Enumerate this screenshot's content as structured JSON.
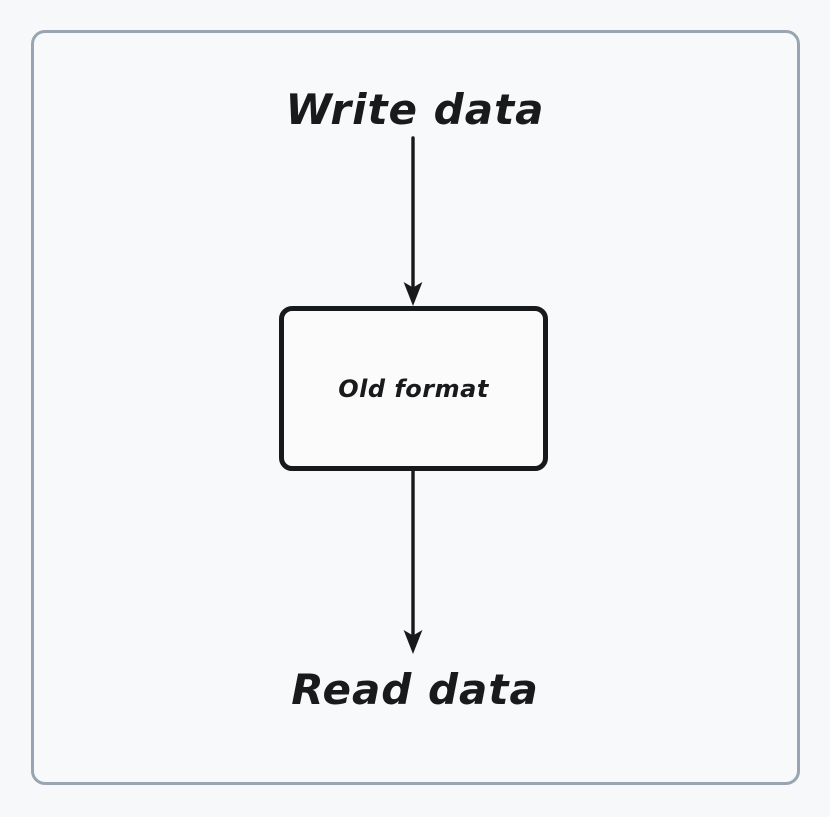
{
  "diagram": {
    "type": "flowchart",
    "orientation": "vertical",
    "style": "hand-drawn",
    "background_color": "#f7f8fa",
    "frame": {
      "border_color": "#9aa4b2",
      "fill_color": "#f8f9fb"
    },
    "stroke_color": "#18191b",
    "text_color": "#191a1c",
    "nodes": [
      {
        "id": "write-data",
        "label": "Write data",
        "shape": "text",
        "role": "input-label"
      },
      {
        "id": "old-format",
        "label": "Old format",
        "shape": "rounded-rectangle",
        "role": "process"
      },
      {
        "id": "read-data",
        "label": "Read data",
        "shape": "text",
        "role": "output-label"
      }
    ],
    "edges": [
      {
        "id": "write-to-box",
        "from": "write-data",
        "to": "old-format",
        "direction": "down",
        "arrowhead": "filled-triangle",
        "label": ""
      },
      {
        "id": "box-to-read",
        "from": "old-format",
        "to": "read-data",
        "direction": "down",
        "arrowhead": "filled-triangle",
        "label": ""
      }
    ]
  }
}
